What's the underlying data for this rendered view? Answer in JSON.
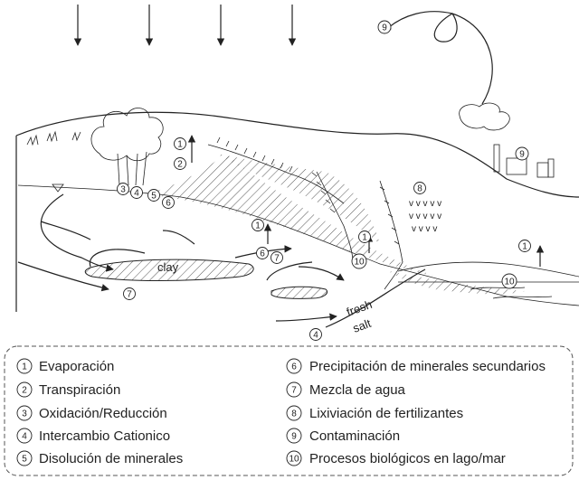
{
  "labels": {
    "clay": "clay",
    "fresh": "fresh",
    "salt": "salt"
  },
  "markers": [
    "1",
    "2",
    "3",
    "4",
    "5",
    "6",
    "7",
    "8",
    "9",
    "10"
  ],
  "legend": [
    {
      "num": "1",
      "text": "Evaporación"
    },
    {
      "num": "2",
      "text": "Transpiración"
    },
    {
      "num": "3",
      "text": "Oxidación/Reducción"
    },
    {
      "num": "4",
      "text": "Intercambio Cationico"
    },
    {
      "num": "5",
      "text": "Disolución de minerales"
    },
    {
      "num": "6",
      "text": "Precipitación de minerales secundarios"
    },
    {
      "num": "7",
      "text": "Mezcla de agua"
    },
    {
      "num": "8",
      "text": "Lixiviación de fertilizantes"
    },
    {
      "num": "9",
      "text": "Contaminación"
    },
    {
      "num": "10",
      "text": "Procesos biológicos en lago/mar"
    }
  ]
}
